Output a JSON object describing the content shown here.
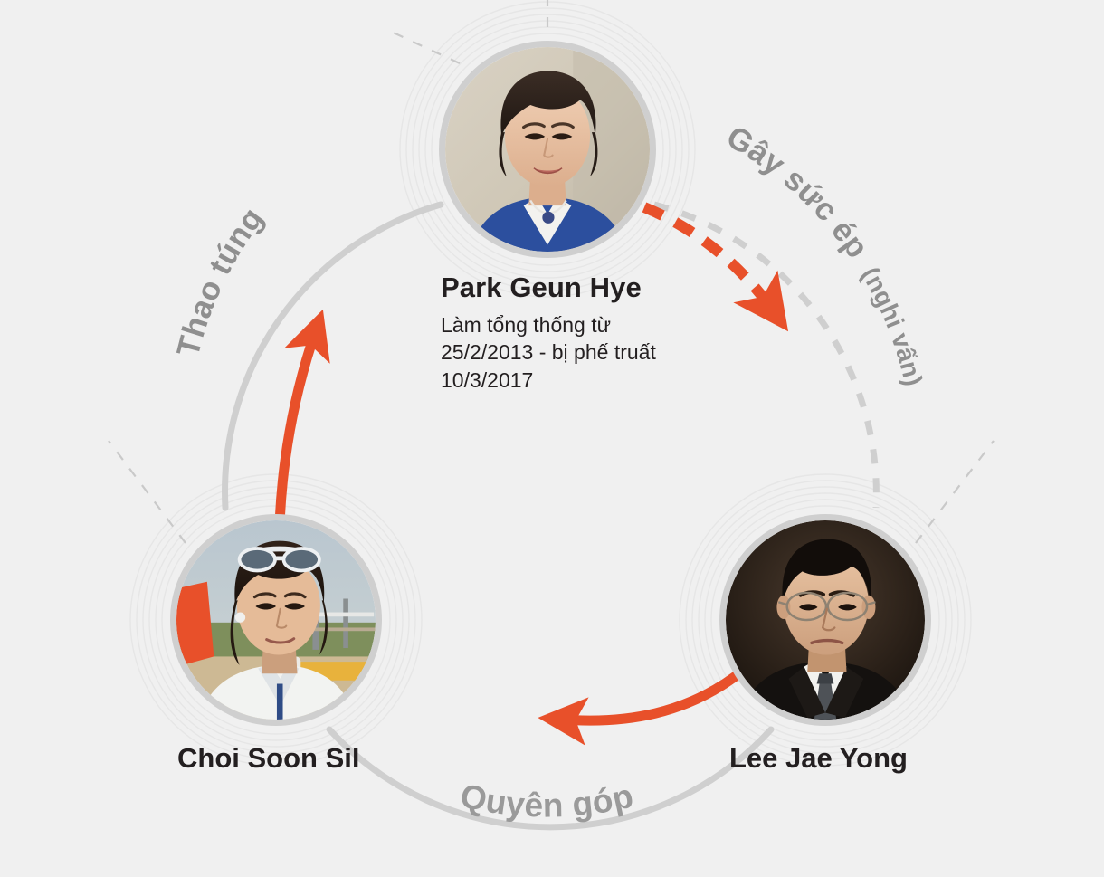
{
  "meta": {
    "background_color": "#f0f0f0",
    "accent_color": "#e8502a",
    "arc_color": "#cfcfcf",
    "label_gray": "#8f8f8f",
    "text_color": "#231f20"
  },
  "nodes": [
    {
      "id": "park-geun-hye",
      "name": "Park Geun Hye",
      "subtitle_lines": [
        "Làm tổng thống từ",
        "25/2/2013 - bị phế truất",
        "10/3/2017"
      ],
      "photo_alt": "park-geun-hye-portrait"
    },
    {
      "id": "choi-soon-sil",
      "name": "Choi Soon Sil",
      "subtitle_lines": [],
      "photo_alt": "choi-soon-sil-portrait"
    },
    {
      "id": "lee-jae-yong",
      "name": "Lee Jae Yong",
      "subtitle_lines": [],
      "photo_alt": "lee-jae-yong-portrait"
    }
  ],
  "edges": [
    {
      "id": "thao-tung",
      "label": "Thao túng",
      "from": "choi-soon-sil",
      "to": "park-geun-hye",
      "arrow_style": "solid",
      "arrow_color": "#e8502a"
    },
    {
      "id": "gay-suc-ep",
      "label": "Gây sức ép (nghi vấn)",
      "label_main": "Gây sức ép",
      "label_paren": "(nghi vấn)",
      "from": "park-geun-hye",
      "to": "lee-jae-yong",
      "arrow_style": "dashed",
      "arrow_color": "#e8502a"
    },
    {
      "id": "quyen-gop",
      "label": "Quyên góp",
      "from": "lee-jae-yong",
      "to": "choi-soon-sil",
      "arrow_style": "solid",
      "arrow_color": "#e8502a"
    }
  ],
  "chart_data": {
    "type": "diagram",
    "title": "",
    "layout": "triangular cycle of three portrait nodes on a circle",
    "nodes": [
      "Park Geun Hye",
      "Choi Soon Sil",
      "Lee Jae Yong"
    ],
    "relations": [
      {
        "source": "Choi Soon Sil",
        "target": "Park Geun Hye",
        "label": "Thao túng",
        "style": "solid"
      },
      {
        "source": "Park Geun Hye",
        "target": "Lee Jae Yong",
        "label": "Gây sức ép (nghi vấn)",
        "style": "dashed"
      },
      {
        "source": "Lee Jae Yong",
        "target": "Choi Soon Sil",
        "label": "Quyên góp",
        "style": "solid"
      }
    ]
  }
}
